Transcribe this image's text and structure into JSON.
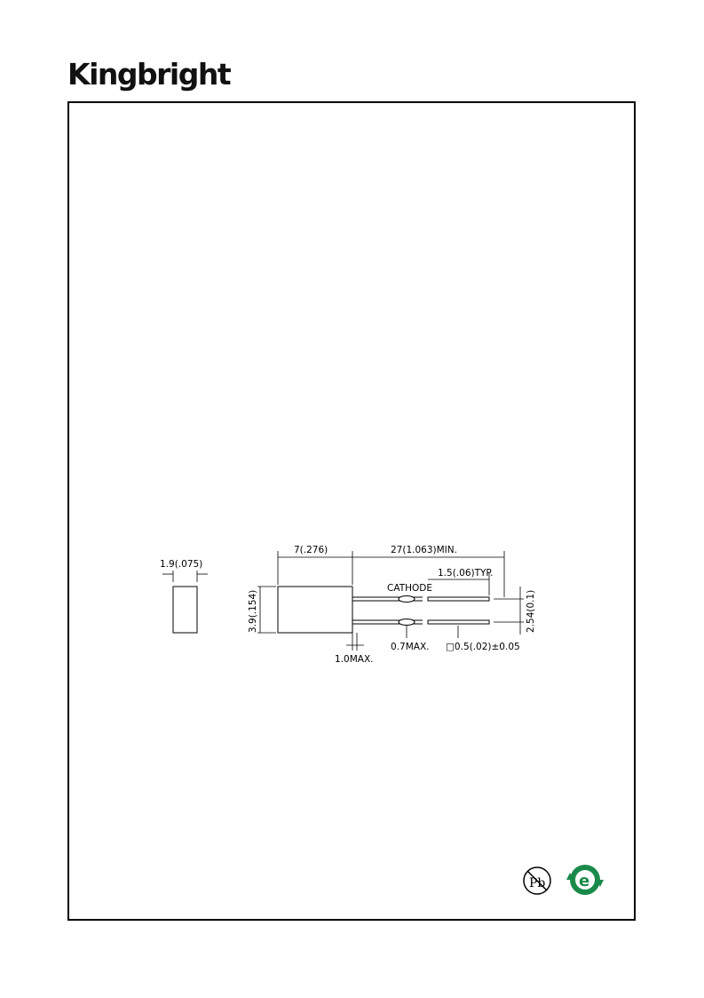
{
  "brand": {
    "name": "Kingbright"
  },
  "drawing": {
    "side_width_label": "1.9(.075)",
    "body_length_label": "7(.276)",
    "lead_length_label": "27(1.063)MIN.",
    "pitch_offset_label": "1.5(.06)TYP.",
    "cathode_label": "CATHODE",
    "body_height_label": "3.9(.154)",
    "lead_spacing_label": "2.54(0.1)",
    "standoff_label": "1.0MAX.",
    "lead_bulge_label": "0.7MAX.",
    "lead_square_label": "□0.5(.02)±0.05"
  },
  "logos": {
    "pb_free": {
      "icon": "pb-free-icon",
      "text": "Pb"
    },
    "rohs": {
      "icon": "rohs-e-icon",
      "text": "e",
      "color": "#1a8a4a"
    }
  }
}
